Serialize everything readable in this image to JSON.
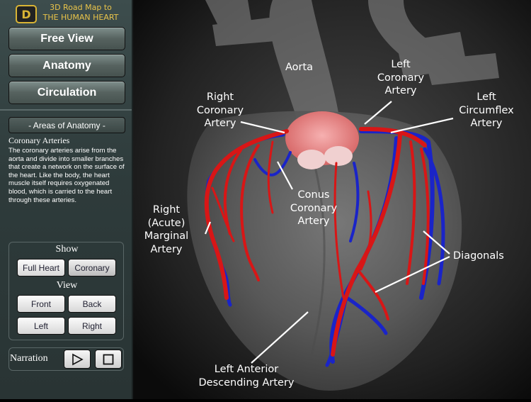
{
  "app": {
    "title_line1": "3D Road Map to",
    "title_line2": "THE HUMAN HEART",
    "logo_glyph": "D"
  },
  "nav": {
    "free_view": "Free View",
    "anatomy": "Anatomy",
    "circulation": "Circulation"
  },
  "areas_button": "- Areas of Anatomy -",
  "section": {
    "title": "Coronary Arteries",
    "body": "The coronary arteries arise from the aorta and divide into smaller branches that create a network on the surface of the heart. Like the body, the heart muscle itself requires oxygenated blood, which is carried to the heart through these arteries."
  },
  "show": {
    "label": "Show",
    "full_heart": "Full Heart",
    "coronary": "Coronary",
    "selected": "Coronary"
  },
  "view": {
    "label": "View",
    "front": "Front",
    "back": "Back",
    "left": "Left",
    "right": "Right"
  },
  "narration": {
    "label": "Narration",
    "play_icon": "play-icon",
    "stop_icon": "stop-icon"
  },
  "labels": {
    "aorta": "Aorta",
    "left_coronary_1": "Left",
    "left_coronary_2": "Coronary",
    "left_coronary_3": "Artery",
    "right_coronary_1": "Right",
    "right_coronary_2": "Coronary",
    "right_coronary_3": "Artery",
    "left_circumflex_1": "Left",
    "left_circumflex_2": "Circumflex",
    "left_circumflex_3": "Artery",
    "conus_1": "Conus",
    "conus_2": "Coronary",
    "conus_3": "Artery",
    "marginal_1": "Right",
    "marginal_2": "(Acute)",
    "marginal_3": "Marginal",
    "marginal_4": "Artery",
    "diagonals": "Diagonals",
    "lad_1": "Left Anterior",
    "lad_2": "Descending Artery"
  },
  "colors": {
    "artery": "#d81616",
    "vein": "#1a24c8",
    "accent_gold": "#e9c44a"
  }
}
